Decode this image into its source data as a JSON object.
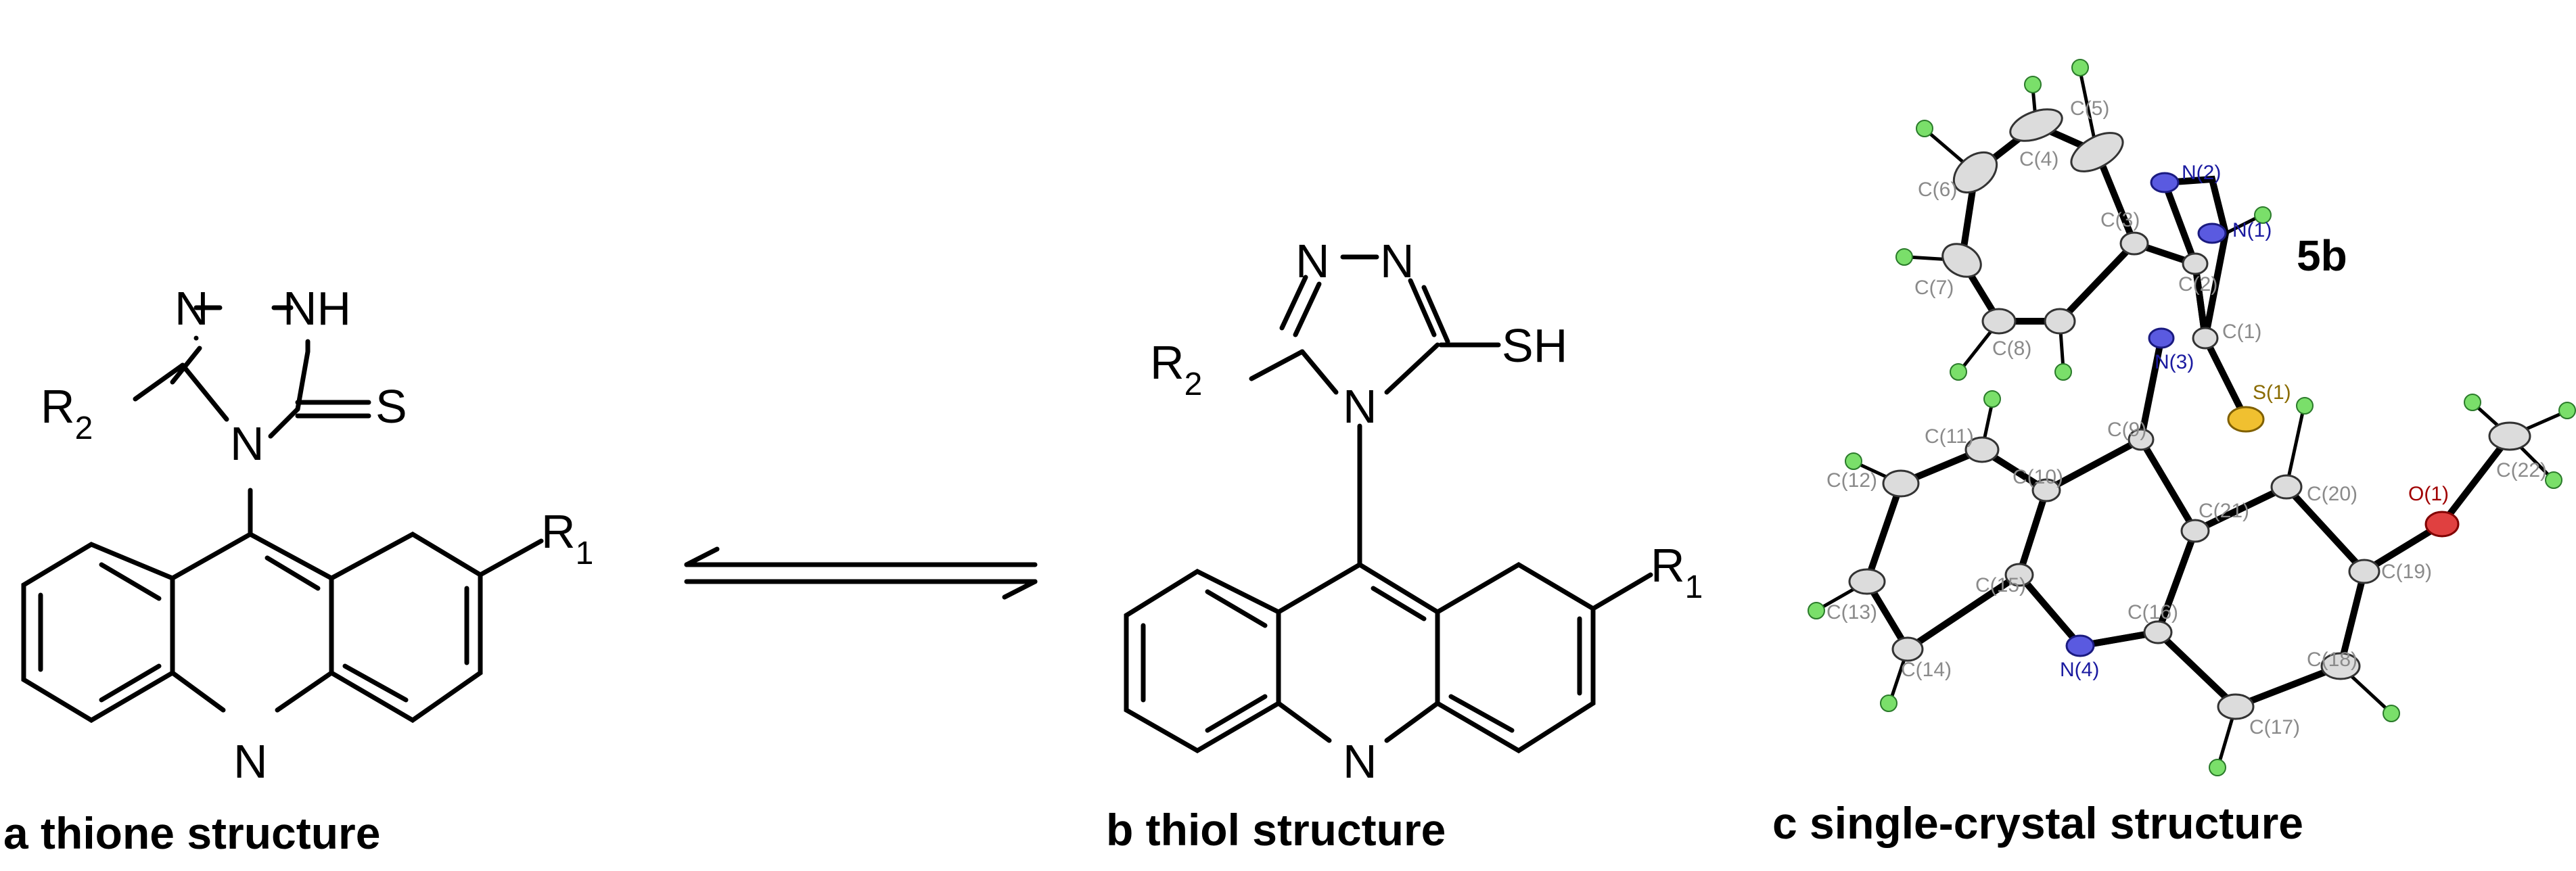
{
  "panel_a": {
    "caption": "a thione structure",
    "atoms": {
      "n_top": "N",
      "nh": "NH",
      "n_bottom": "N",
      "s": "S",
      "n_ring": "N",
      "r1": "R",
      "r1_sub": "1",
      "r2": "R",
      "r2_sub": "2"
    }
  },
  "panel_b": {
    "caption": "b thiol structure",
    "atoms": {
      "n_left": "N",
      "n_right": "N",
      "n_bottom": "N",
      "sh": "SH",
      "n_ring": "N",
      "r1": "R",
      "r1_sub": "1",
      "r2": "R",
      "r2_sub": "2"
    }
  },
  "panel_c": {
    "caption": "c single-crystal structure",
    "compound_label": "5b",
    "labels": {
      "c1": "C(1)",
      "c2": "C(2)",
      "c3": "C(3)",
      "c4": "C(4)",
      "c5": "C(5)",
      "c6": "C(6)",
      "c7": "C(7)",
      "c8": "C(8)",
      "c9": "C(9)",
      "c10": "C(10)",
      "c11": "C(11)",
      "c12": "C(12)",
      "c13": "C(13)",
      "c14": "C(14)",
      "c15": "C(15)",
      "c16": "C(16)",
      "c17": "C(17)",
      "c18": "C(18)",
      "c19": "C(19)",
      "c20": "C(20)",
      "c21": "C(21)",
      "c22": "C(22)",
      "n1": "N(1)",
      "n2": "N(2)",
      "n3": "N(3)",
      "n4": "N(4)",
      "s1": "S(1)",
      "o1": "O(1)"
    }
  },
  "colors": {
    "nitrogen": "#5a5ae0",
    "sulfur": "#f0c030",
    "oxygen": "#e04040",
    "hydrogen": "#7adf6a",
    "carbon": "#dcdcdc"
  }
}
